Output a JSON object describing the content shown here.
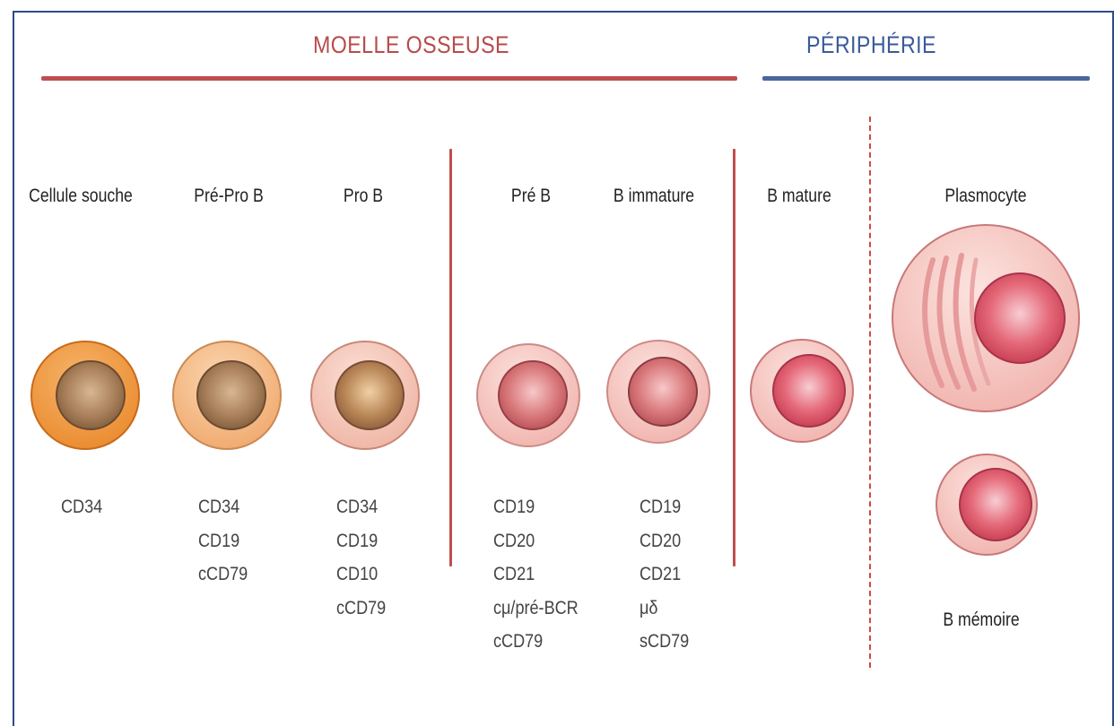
{
  "sections": {
    "moelle": "MOELLE OSSEUSE",
    "peripherie": "PÉRIPHÉRIE"
  },
  "stages": [
    {
      "name": "Cellule souche",
      "markers": [
        "CD34"
      ]
    },
    {
      "name": "Pré-Pro B",
      "markers": [
        "CD34",
        "CD19",
        "cCD79"
      ]
    },
    {
      "name": "Pro B",
      "markers": [
        "CD34",
        "CD19",
        "CD10",
        "cCD79"
      ]
    },
    {
      "name": "Pré B",
      "markers": [
        "CD19",
        "CD20",
        "CD21",
        "cμ/pré-BCR",
        "cCD79"
      ]
    },
    {
      "name": "B immature",
      "markers": [
        "CD19",
        "CD20",
        "CD21",
        "μδ",
        "sCD79"
      ]
    },
    {
      "name": "B mature",
      "markers": []
    },
    {
      "name": "Plasmocyte",
      "markers": []
    },
    {
      "name": "B mémoire",
      "markers": []
    }
  ],
  "colors": {
    "moelle": "#bf4e4e",
    "peripherie": "#4a669e",
    "frame": "#2e4a8a"
  }
}
